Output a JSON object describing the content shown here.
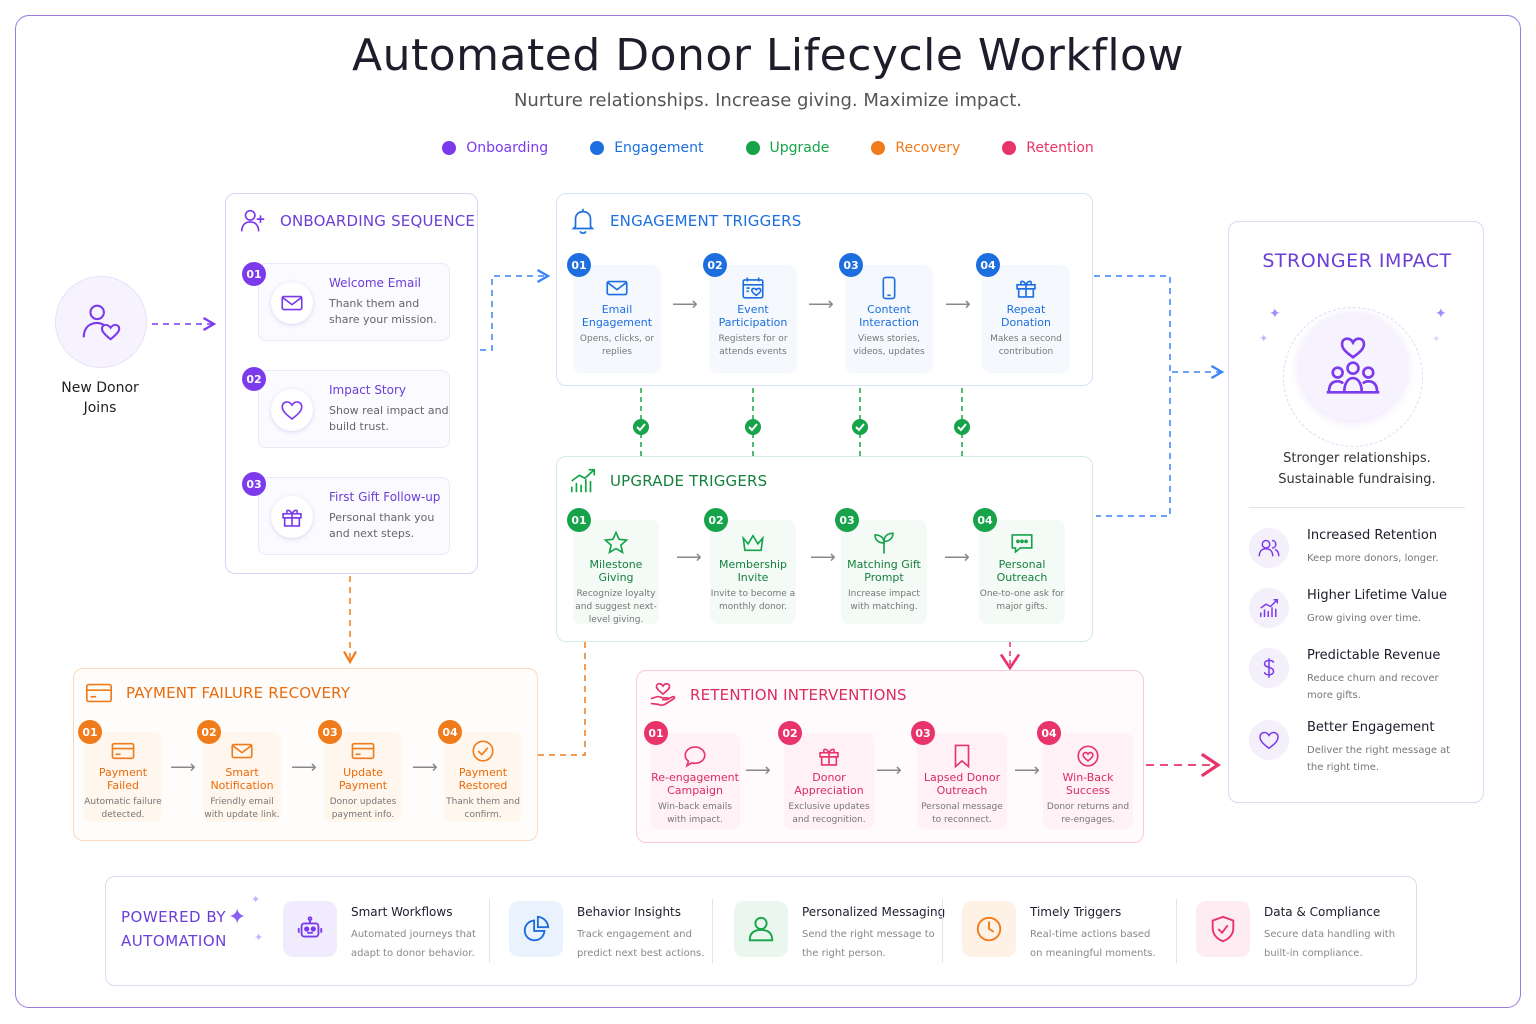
{
  "title": "Automated Donor Lifecycle Workflow",
  "subtitle": "Nurture relationships. Increase giving. Maximize impact.",
  "legend": [
    {
      "label": "Onboarding",
      "color": "#7c3aed"
    },
    {
      "label": "Engagement",
      "color": "#1d6fe0"
    },
    {
      "label": "Upgrade",
      "color": "#16a34a"
    },
    {
      "label": "Recovery",
      "color": "#f07b1a"
    },
    {
      "label": "Retention",
      "color": "#e8336b"
    }
  ],
  "start": {
    "label_line1": "New Donor",
    "label_line2": "Joins"
  },
  "onboarding": {
    "header": "ONBOARDING SEQUENCE",
    "steps": [
      {
        "num": "01",
        "title": "Welcome Email",
        "desc": "Thank them and share your mission.",
        "icon": "mail-icon"
      },
      {
        "num": "02",
        "title": "Impact Story",
        "desc": "Show real impact and build trust.",
        "icon": "heart-icon"
      },
      {
        "num": "03",
        "title": "First Gift Follow-up",
        "desc": "Personal thank you and next steps.",
        "icon": "gift-icon"
      }
    ]
  },
  "engagement": {
    "header": "ENGAGEMENT TRIGGERS",
    "steps": [
      {
        "num": "01",
        "title": "Email Engagement",
        "desc": "Opens, clicks, or replies",
        "icon": "mail-icon"
      },
      {
        "num": "02",
        "title": "Event Participation",
        "desc": "Registers for or attends events",
        "icon": "calendar-heart-icon"
      },
      {
        "num": "03",
        "title": "Content Interaction",
        "desc": "Views stories, videos, updates",
        "icon": "phone-icon"
      },
      {
        "num": "04",
        "title": "Repeat Donation",
        "desc": "Makes a second contribution",
        "icon": "gift-icon"
      }
    ]
  },
  "upgrade": {
    "header": "UPGRADE TRIGGERS",
    "steps": [
      {
        "num": "01",
        "title": "Milestone Giving",
        "desc": "Recognize loyalty and suggest next-level giving.",
        "icon": "star-icon"
      },
      {
        "num": "02",
        "title": "Membership Invite",
        "desc": "Invite to become a monthly donor.",
        "icon": "crown-icon"
      },
      {
        "num": "03",
        "title": "Matching Gift Prompt",
        "desc": "Increase impact with matching.",
        "icon": "sprout-icon"
      },
      {
        "num": "04",
        "title": "Personal Outreach",
        "desc": "One-to-one ask for major gifts.",
        "icon": "chat-icon"
      }
    ]
  },
  "recovery": {
    "header": "PAYMENT FAILURE RECOVERY",
    "steps": [
      {
        "num": "01",
        "title": "Payment Failed",
        "desc": "Automatic failure detected.",
        "icon": "card-icon"
      },
      {
        "num": "02",
        "title": "Smart Notification",
        "desc": "Friendly email with update link.",
        "icon": "mail-icon"
      },
      {
        "num": "03",
        "title": "Update Payment",
        "desc": "Donor updates payment info.",
        "icon": "card-icon"
      },
      {
        "num": "04",
        "title": "Payment Restored",
        "desc": "Thank them and confirm.",
        "icon": "check-circle-icon"
      }
    ]
  },
  "retention": {
    "header": "RETENTION INTERVENTIONS",
    "steps": [
      {
        "num": "01",
        "title": "Re-engagement Campaign",
        "desc": "Win-back emails with impact.",
        "icon": "chat-bubble-icon"
      },
      {
        "num": "02",
        "title": "Donor Appreciation",
        "desc": "Exclusive updates and recognition.",
        "icon": "gift-icon"
      },
      {
        "num": "03",
        "title": "Lapsed Donor Outreach",
        "desc": "Personal message to reconnect.",
        "icon": "bookmark-icon"
      },
      {
        "num": "04",
        "title": "Win-Back Success",
        "desc": "Donor returns and re-engages.",
        "icon": "heart-badge-icon"
      }
    ]
  },
  "impact": {
    "header": "STRONGER IMPACT",
    "tagline_line1": "Stronger relationships.",
    "tagline_line2": "Sustainable fundraising.",
    "features": [
      {
        "title": "Increased Retention",
        "desc": "Keep more donors, longer.",
        "icon": "users-icon"
      },
      {
        "title": "Higher Lifetime Value",
        "desc": "Grow giving over time.",
        "icon": "chart-up-icon"
      },
      {
        "title": "Predictable Revenue",
        "desc": "Reduce churn and recover more gifts.",
        "icon": "dollar-icon"
      },
      {
        "title": "Better Engagement",
        "desc": "Deliver the right message at the right time.",
        "icon": "heart-icon"
      }
    ]
  },
  "powered": {
    "line1": "POWERED BY",
    "line2": "AUTOMATION",
    "items": [
      {
        "title": "Smart Workflows",
        "desc": "Automated journeys that adapt to donor behavior.",
        "icon": "robot-icon"
      },
      {
        "title": "Behavior Insights",
        "desc": "Track engagement and predict next best actions.",
        "icon": "pie-chart-icon"
      },
      {
        "title": "Personalized Messaging",
        "desc": "Send the right message to the right person.",
        "icon": "person-icon"
      },
      {
        "title": "Timely Triggers",
        "desc": "Real-time actions based on meaningful moments.",
        "icon": "clock-icon"
      },
      {
        "title": "Data & Compliance",
        "desc": "Secure data handling with built-in compliance.",
        "icon": "shield-icon"
      }
    ]
  }
}
